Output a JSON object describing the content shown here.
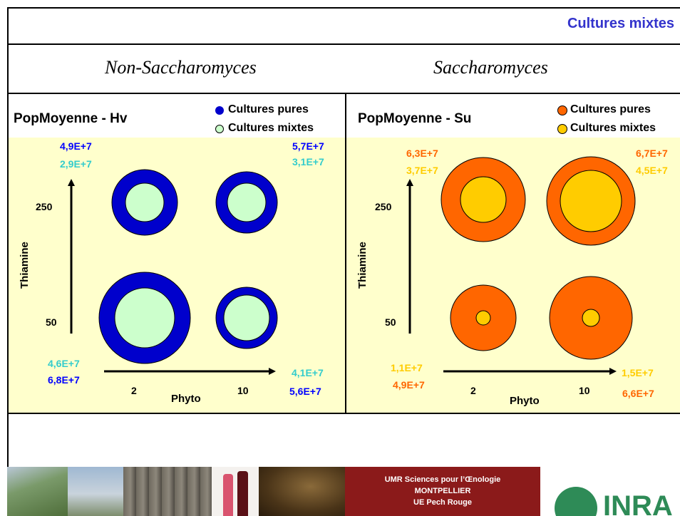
{
  "slide": {
    "title": "Cultures mixtes"
  },
  "columns": {
    "left": "Non-Saccharomyces",
    "right": "Saccharomyces"
  },
  "colors": {
    "blue": "#0000cc",
    "light_green": "#ccffcc",
    "orange": "#ff6600",
    "gold": "#ffcc00",
    "cyan_label": "#33cccc",
    "blue_label": "#0000ff",
    "orange_label": "#ff6600",
    "gold_label": "#ffcc00",
    "panel_bg": "#ffffcc"
  },
  "panels": [
    {
      "title": "PopMoyenne - Hv",
      "legend": {
        "pure": "Cultures pures",
        "mixed": "Cultures mixtes"
      },
      "axis": {
        "x_title": "Phyto",
        "y_title": "Thiamine",
        "x_ticks": [
          "2",
          "10"
        ],
        "y_ticks": [
          "250",
          "50"
        ]
      },
      "values": {
        "top_left_pure": "4,9E+7",
        "top_left_mixed": "2,9E+7",
        "top_right_pure": "5,7E+7",
        "top_right_mixed": "3,1E+7",
        "bottom_left_mixed": "4,6E+7",
        "bottom_left_pure": "6,8E+7",
        "bottom_right_mixed": "4,1E+7",
        "bottom_right_pure": "5,6E+7"
      }
    },
    {
      "title": "PopMoyenne - Su",
      "legend": {
        "pure": "Cultures pures",
        "mixed": "Cultures mixtes"
      },
      "axis": {
        "x_title": "Phyto",
        "y_title": "Thiamine",
        "x_ticks": [
          "2",
          "10"
        ],
        "y_ticks": [
          "250",
          "50"
        ]
      },
      "values": {
        "top_left_pure": "6,3E+7",
        "top_left_mixed": "3,7E+7",
        "top_right_pure": "6,7E+7",
        "top_right_mixed": "4,5E+7",
        "bottom_left_mixed": "1,1E+7",
        "bottom_left_pure": "4,9E+7",
        "bottom_right_mixed": "1,5E+7",
        "bottom_right_pure": "6,6E+7"
      }
    }
  ],
  "footer": {
    "line1": "UMR Sciences pour l’Œnologie",
    "line2": "MONTPELLIER",
    "line3": "UE Pech Rouge",
    "logo_text": "INRA"
  }
}
